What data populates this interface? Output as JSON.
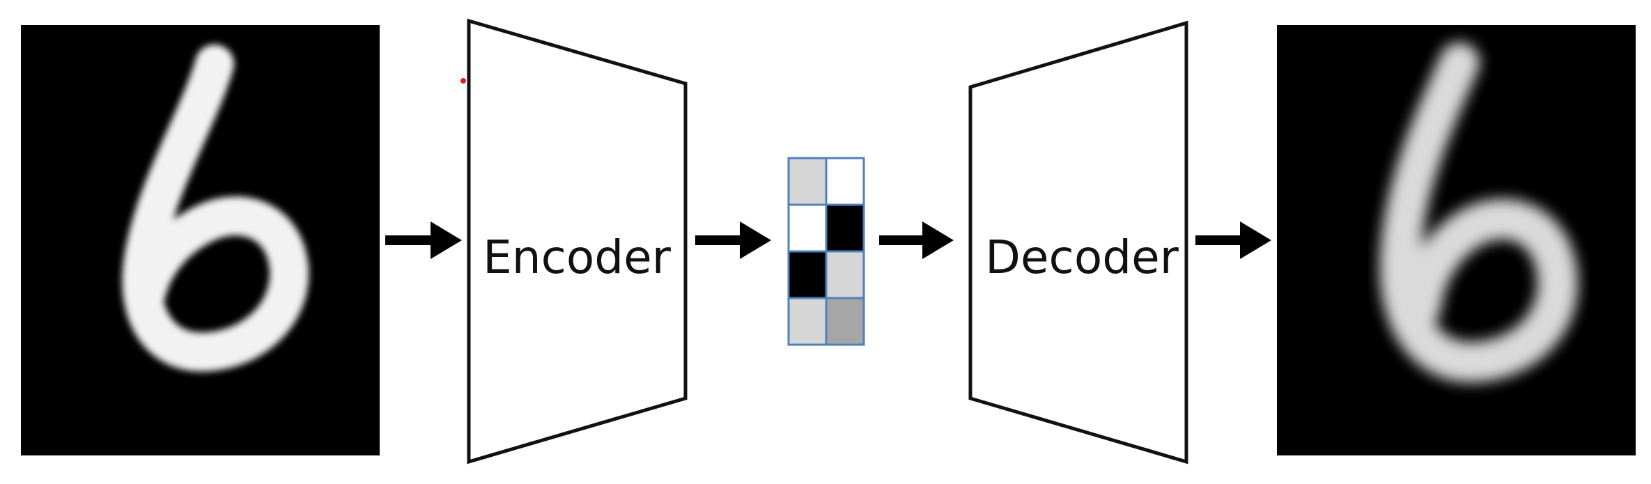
{
  "diagram": {
    "encoder": {
      "label": "Encoder"
    },
    "decoder": {
      "label": "Decoder"
    },
    "input_image": {
      "digit": "6",
      "background": "#000000",
      "foreground": "#f2f2f2"
    },
    "output_image": {
      "digit": "6",
      "background": "#000000",
      "foreground": "#e6e6e6"
    },
    "latent_code": {
      "rows": 4,
      "cols": 2,
      "cells": [
        "#d6d6d6",
        "#ffffff",
        "#ffffff",
        "#000000",
        "#000000",
        "#d6d6d6",
        "#d6d6d6",
        "#a6a6a6"
      ],
      "border_color": "#4f81bd"
    },
    "colors": {
      "stroke": "#111111",
      "arrow": "#000000"
    }
  }
}
